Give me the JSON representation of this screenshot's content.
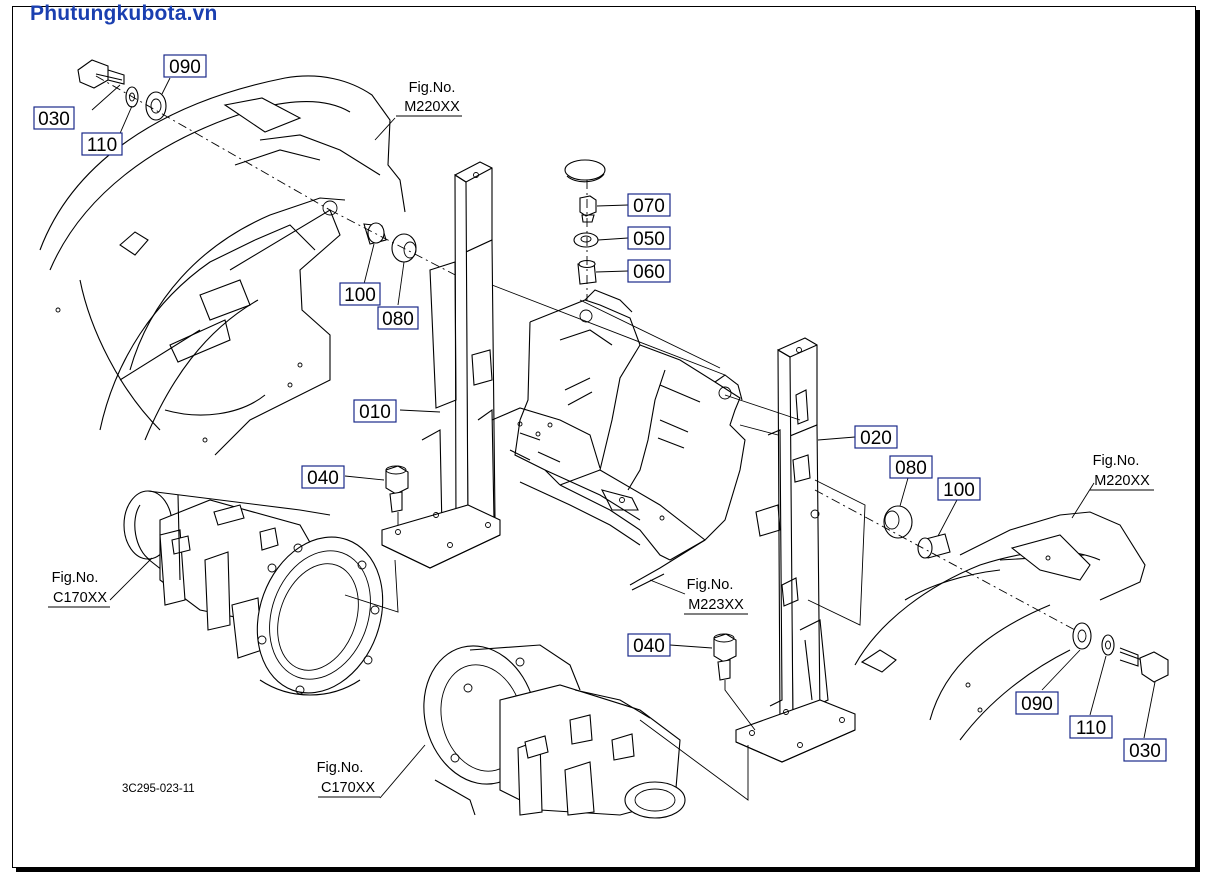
{
  "watermark": "Phutungkubota.vn",
  "drawing_code": "3C295-023-11",
  "part_labels": {
    "p030_left": "030",
    "p110_left": "110",
    "p090_left": "090",
    "p100_left": "100",
    "p080_left": "080",
    "p070": "070",
    "p050": "050",
    "p060": "060",
    "p010": "010",
    "p040_left": "040",
    "p020": "020",
    "p080_right": "080",
    "p100_right": "100",
    "p040_right": "040",
    "p090_right": "090",
    "p110_right": "110",
    "p030_right": "030"
  },
  "figure_refs": {
    "m220_left": {
      "line1": "Fig.No.",
      "line2": "M220XX"
    },
    "m220_right": {
      "line1": "Fig.No.",
      "line2": "M220XX"
    },
    "c170_left": {
      "line1": "Fig.No.",
      "line2": "C170XX"
    },
    "c170_bottom": {
      "line1": "Fig.No.",
      "line2": "C170XX"
    },
    "m223": {
      "line1": "Fig.No.",
      "line2": "M223XX"
    }
  }
}
